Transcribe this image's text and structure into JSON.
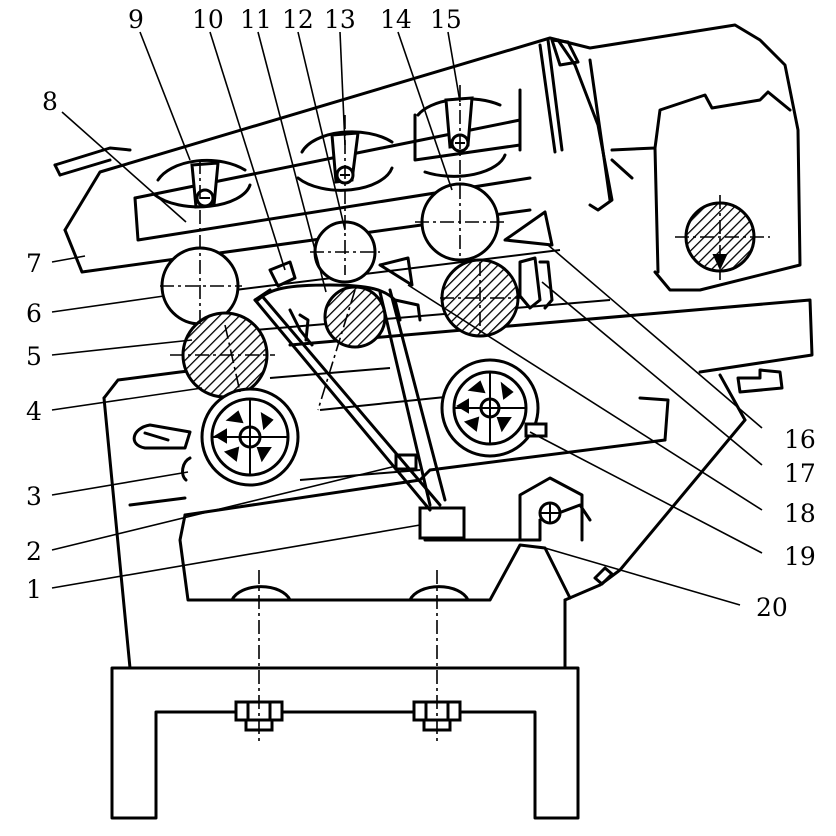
{
  "callouts": [
    "1",
    "2",
    "3",
    "4",
    "5",
    "6",
    "7",
    "8",
    "9",
    "10",
    "11",
    "12",
    "13",
    "14",
    "15",
    "16",
    "17",
    "18",
    "19",
    "20"
  ]
}
